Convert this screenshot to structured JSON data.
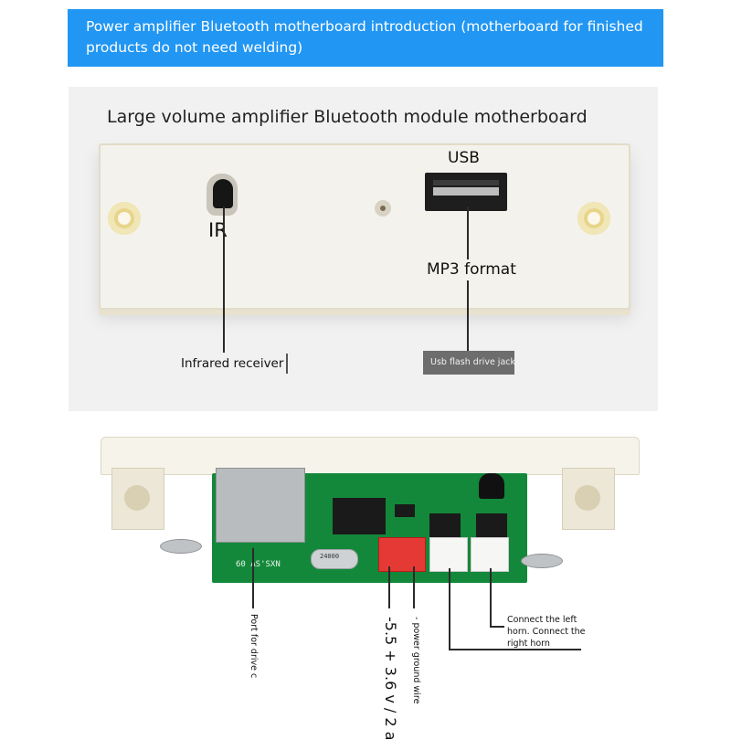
{
  "banner": {
    "text": "Power amplifier Bluetooth motherboard introduction (motherboard for finished products do not need welding)",
    "color": "#2196f3"
  },
  "front_panel": {
    "title": "Large volume amplifier Bluetooth module motherboard",
    "labels": {
      "usb": "USB",
      "ir": "IR",
      "mp3": "MP3 format",
      "infrared_receiver": "Infrared receiver",
      "usb_jack": "Usb flash drive jack"
    }
  },
  "board": {
    "silkscreen": {
      "model": "60 AS'SXN",
      "crystal": "24000"
    },
    "labels": {
      "port": "Port for drive c",
      "voltage": "-5.5 + 3.6 v / 2 a",
      "ground": "- power ground wire",
      "horns": "Connect the left horn. Connect the right horn"
    }
  }
}
